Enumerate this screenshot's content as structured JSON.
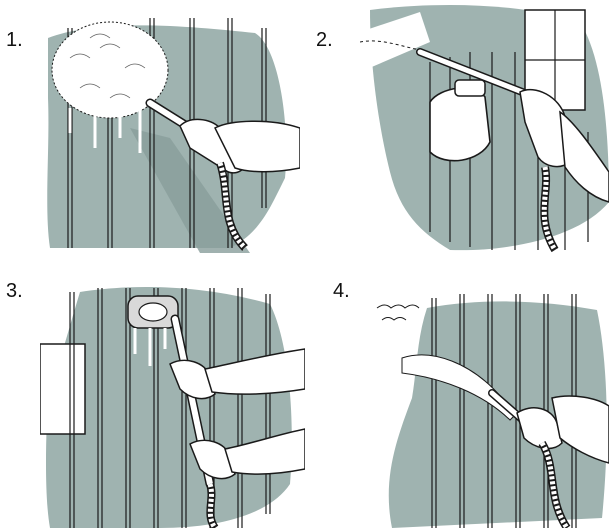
{
  "steps": [
    {
      "number": "1.",
      "icon": "soft-brush-nozzle-icon"
    },
    {
      "number": "2.",
      "icon": "detergent-sprayer-icon"
    },
    {
      "number": "3.",
      "icon": "rotating-brush-icon"
    },
    {
      "number": "4.",
      "icon": "rinse-nozzle-icon"
    }
  ],
  "colors": {
    "wall": "#9fb3b0",
    "wall_shadow": "#889e9b",
    "ink": "#1a1a1a",
    "paper": "#ffffff"
  }
}
